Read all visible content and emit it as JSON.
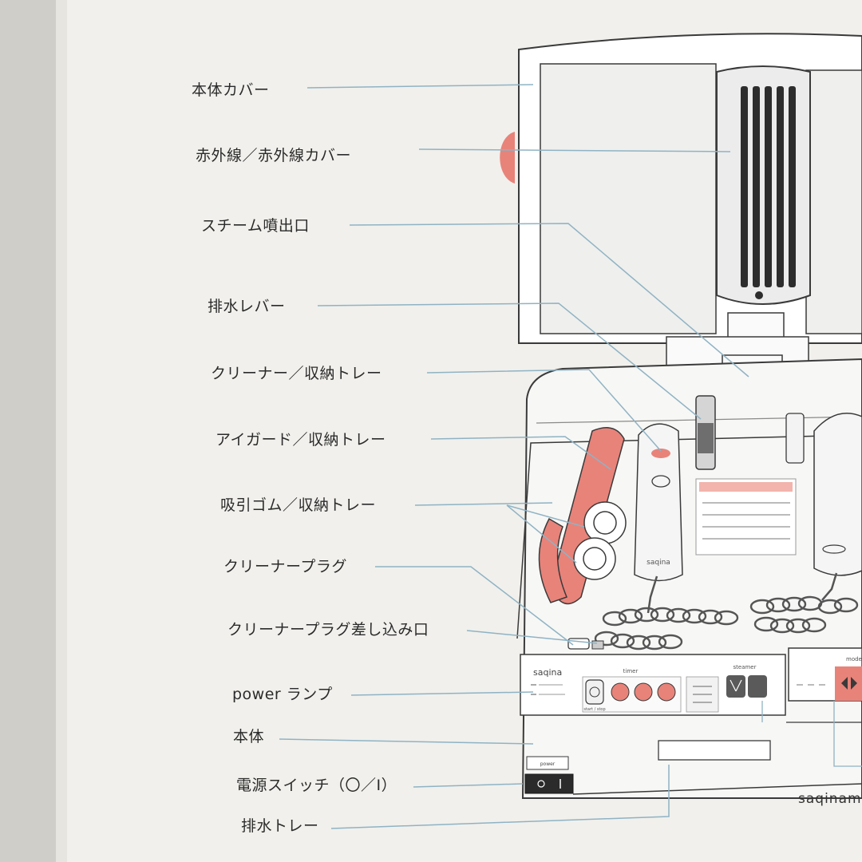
{
  "labels": [
    "本体カバー",
    "赤外線／赤外線カバー",
    "スチーム噴出口",
    "排水レバー",
    "クリーナー／収納トレー",
    "アイガード／収納トレー",
    "吸引ゴム／収納トレー",
    "クリーナープラグ",
    "クリーナープラグ差し込み口",
    "power ランプ",
    "本体",
    "電源スイッチ（〇／I）",
    "排水トレー"
  ],
  "device": {
    "brand_main": "saqina",
    "brand_panel": "saqina",
    "brand_handle": "saqina",
    "panel_timer": "timer",
    "panel_steamer": "steamer",
    "panel_mode": "mode",
    "power_label": "power",
    "start_stop": "start / stop",
    "brand_bottom": "saqinami"
  },
  "colors": {
    "line": "#8fb3c4",
    "accent": "#e8837a",
    "paper": "#f1f0ec",
    "ink": "#3a3a3a"
  }
}
